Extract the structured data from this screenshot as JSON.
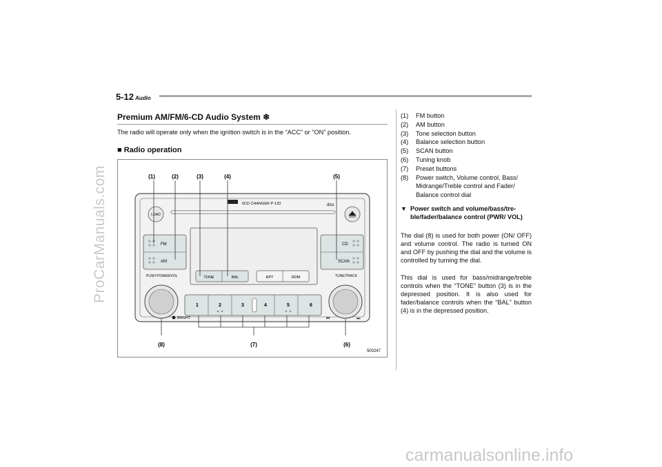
{
  "watermarks": {
    "side": "ProCarManuals.com",
    "bottom": "carmanualsonline.info"
  },
  "header": {
    "page_number": "5-12",
    "section": "Audio"
  },
  "title": "Premium AM/FM/6-CD Audio System",
  "intro": "The radio will operate only when the ignition switch is in the “ACC” or “ON” position.",
  "subheading": "Radio operation",
  "figure": {
    "callouts": [
      "(1)",
      "(2)",
      "(3)",
      "(4)",
      "(5)",
      "(6)",
      "(7)",
      "(8)"
    ],
    "changer_label": "6CD CHANGER P-133",
    "disc_label": "disc",
    "load_label": "LOAD",
    "fm_label": "FM",
    "am_label": "AM",
    "cd_label": "CD",
    "scan_label": "SCAN",
    "tone_label": "TONE",
    "bal_label": "BAL",
    "rpt_label": "RPT",
    "rdm_label": "RDM",
    "push_power_label": "PUSH POWER/VOL",
    "tune_track_label": "TUNE/TRACK",
    "bright_label": "BRIGHT",
    "preset_numbers": [
      "1",
      "2",
      "3",
      "4",
      "5",
      "6"
    ],
    "figure_code": "500247"
  },
  "list_items": [
    {
      "num": "(1)",
      "text": "FM button"
    },
    {
      "num": "(2)",
      "text": "AM button"
    },
    {
      "num": "(3)",
      "text": "Tone selection button"
    },
    {
      "num": "(4)",
      "text": "Balance selection button"
    },
    {
      "num": "(5)",
      "text": "SCAN button"
    },
    {
      "num": "(6)",
      "text": "Tuning knob"
    },
    {
      "num": "(7)",
      "text": "Preset buttons"
    },
    {
      "num": "(8)",
      "text": "Power switch, Volume control, Bass/ Midrange/Treble control and Fader/ Balance control dial"
    }
  ],
  "subsection_heading": "Power switch and volume/bass/tre-ble/fader/balance control (PWR/ VOL)",
  "paragraphs": [
    "The dial (8) is used for both power (ON/ OFF) and volume control. The radio is turned ON and OFF by pushing the dial and the volume is controlled by turning the dial.",
    "This dial is used for bass/midrange/treble controls when the “TONE” button (3) is in the depressed position. It is also used for fader/balance controls when the “BAL” button (4) is in the depressed position."
  ]
}
